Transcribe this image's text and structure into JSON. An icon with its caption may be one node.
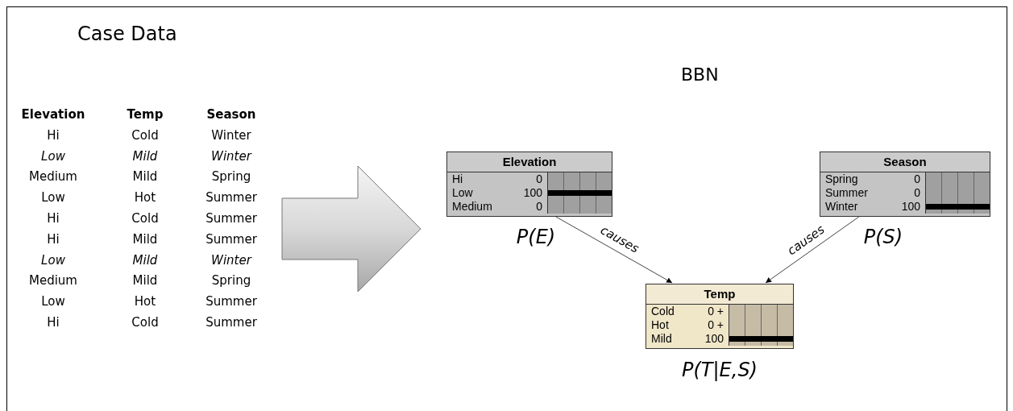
{
  "diagram": {
    "nodes": [
      {
        "text": [
          "Elevation",
          "Hi",
          "0",
          "Low",
          "100",
          "Medium",
          "0"
        ],
        "beside": [
          "P(E)"
        ]
      },
      {
        "text": [
          "Season",
          "Spring",
          "0",
          "Summer",
          "0",
          "Winter",
          "100"
        ],
        "beside": [
          "P(S)"
        ]
      },
      {
        "text": [
          "Temp",
          "Cold",
          "0 +",
          "Hot",
          "0 +",
          "Mild",
          "100"
        ],
        "beside": [
          "P(T|E,S)"
        ]
      }
    ],
    "edges": [
      {
        "from": 0,
        "to": 2,
        "arrow": "to",
        "label": "causes"
      },
      {
        "from": 1,
        "to": 2,
        "arrow": "to",
        "label": "causes"
      }
    ],
    "labels": [
      "Case Data",
      "BBN",
      "Elevation",
      "Temp",
      "Season",
      "Hi",
      "Cold",
      "Winter",
      "Low",
      "Mild",
      "Winter",
      "Medium",
      "Mild",
      "Spring",
      "Low",
      "Hot",
      "Summer",
      "Hi",
      "Cold",
      "Summer",
      "Hi",
      "Mild",
      "Summer",
      "Low",
      "Mild",
      "Winter",
      "Medium",
      "Mild",
      "Spring",
      "Low",
      "Hot",
      "Summer",
      "Hi",
      "Cold",
      "Summer"
    ]
  }
}
